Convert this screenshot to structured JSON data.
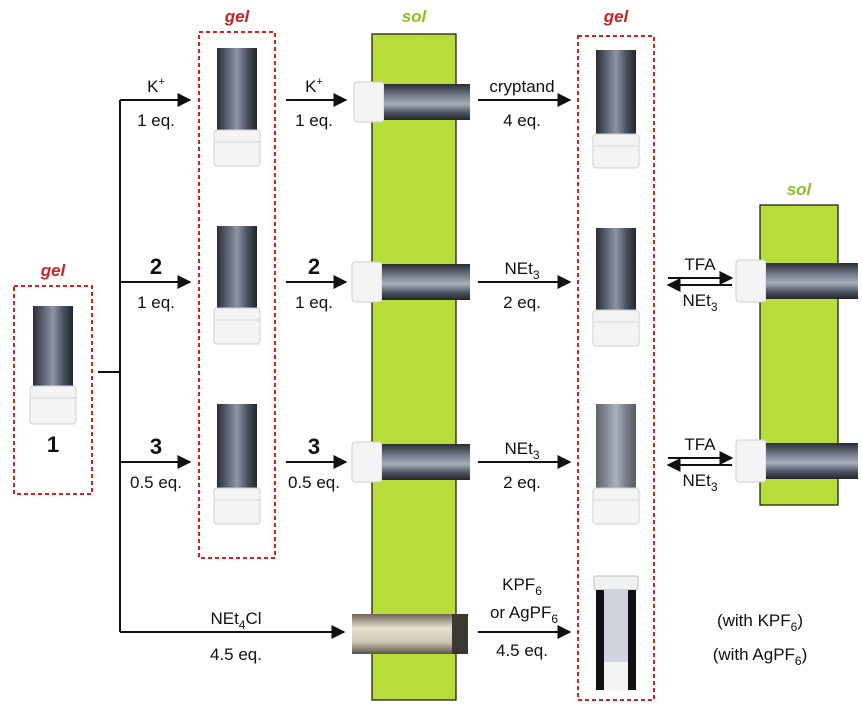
{
  "colors": {
    "gel_text": "#cc2222",
    "sol_text": "#8cc21f",
    "sol_band": "#b8dc3a",
    "gel_border": "#d42020",
    "arrow": "#111111"
  },
  "states": {
    "gel_start": "gel",
    "gel_col2": "gel",
    "sol_col3": "sol",
    "gel_col4": "gel",
    "sol_col5": "sol"
  },
  "start_compound": "1",
  "rows": [
    {
      "step1": {
        "reagent_sym": "K",
        "reagent_sup": "+",
        "amount": "1 eq."
      },
      "step2": {
        "reagent_sym": "K",
        "reagent_sup": "+",
        "amount": "1 eq."
      },
      "step3": {
        "reagent": "cryptand",
        "amount": "4 eq."
      }
    },
    {
      "step1": {
        "reagent": "2",
        "amount": "1 eq."
      },
      "step2": {
        "reagent": "2",
        "amount": "1 eq."
      },
      "step3": {
        "reagent_sym": "NEt",
        "reagent_sub": "3",
        "amount": "2 eq."
      },
      "reversible": {
        "forward": "TFA",
        "back_sym": "NEt",
        "back_sub": "3"
      }
    },
    {
      "step1": {
        "reagent": "3",
        "amount": "0.5 eq."
      },
      "step2": {
        "reagent": "3",
        "amount": "0.5 eq."
      },
      "step3": {
        "reagent_sym": "NEt",
        "reagent_sub": "3",
        "amount": "2 eq."
      },
      "reversible": {
        "forward": "TFA",
        "back_sym": "NEt",
        "back_sub": "3"
      }
    },
    {
      "step_direct": {
        "reagent_sym": "NEt",
        "reagent_sub": "4",
        "reagent_suffix": "Cl",
        "amount": "4.5 eq."
      },
      "step3": {
        "line1_sym": "KPF",
        "line1_sub": "6",
        "line2_sym": "or AgPF",
        "line2_sub": "6",
        "amount": "4.5 eq."
      },
      "notes": [
        {
          "prefix": "(with KPF",
          "sub": "6",
          "suffix": ")"
        },
        {
          "prefix": "(with AgPF",
          "sub": "6",
          "suffix": ")"
        }
      ]
    }
  ]
}
